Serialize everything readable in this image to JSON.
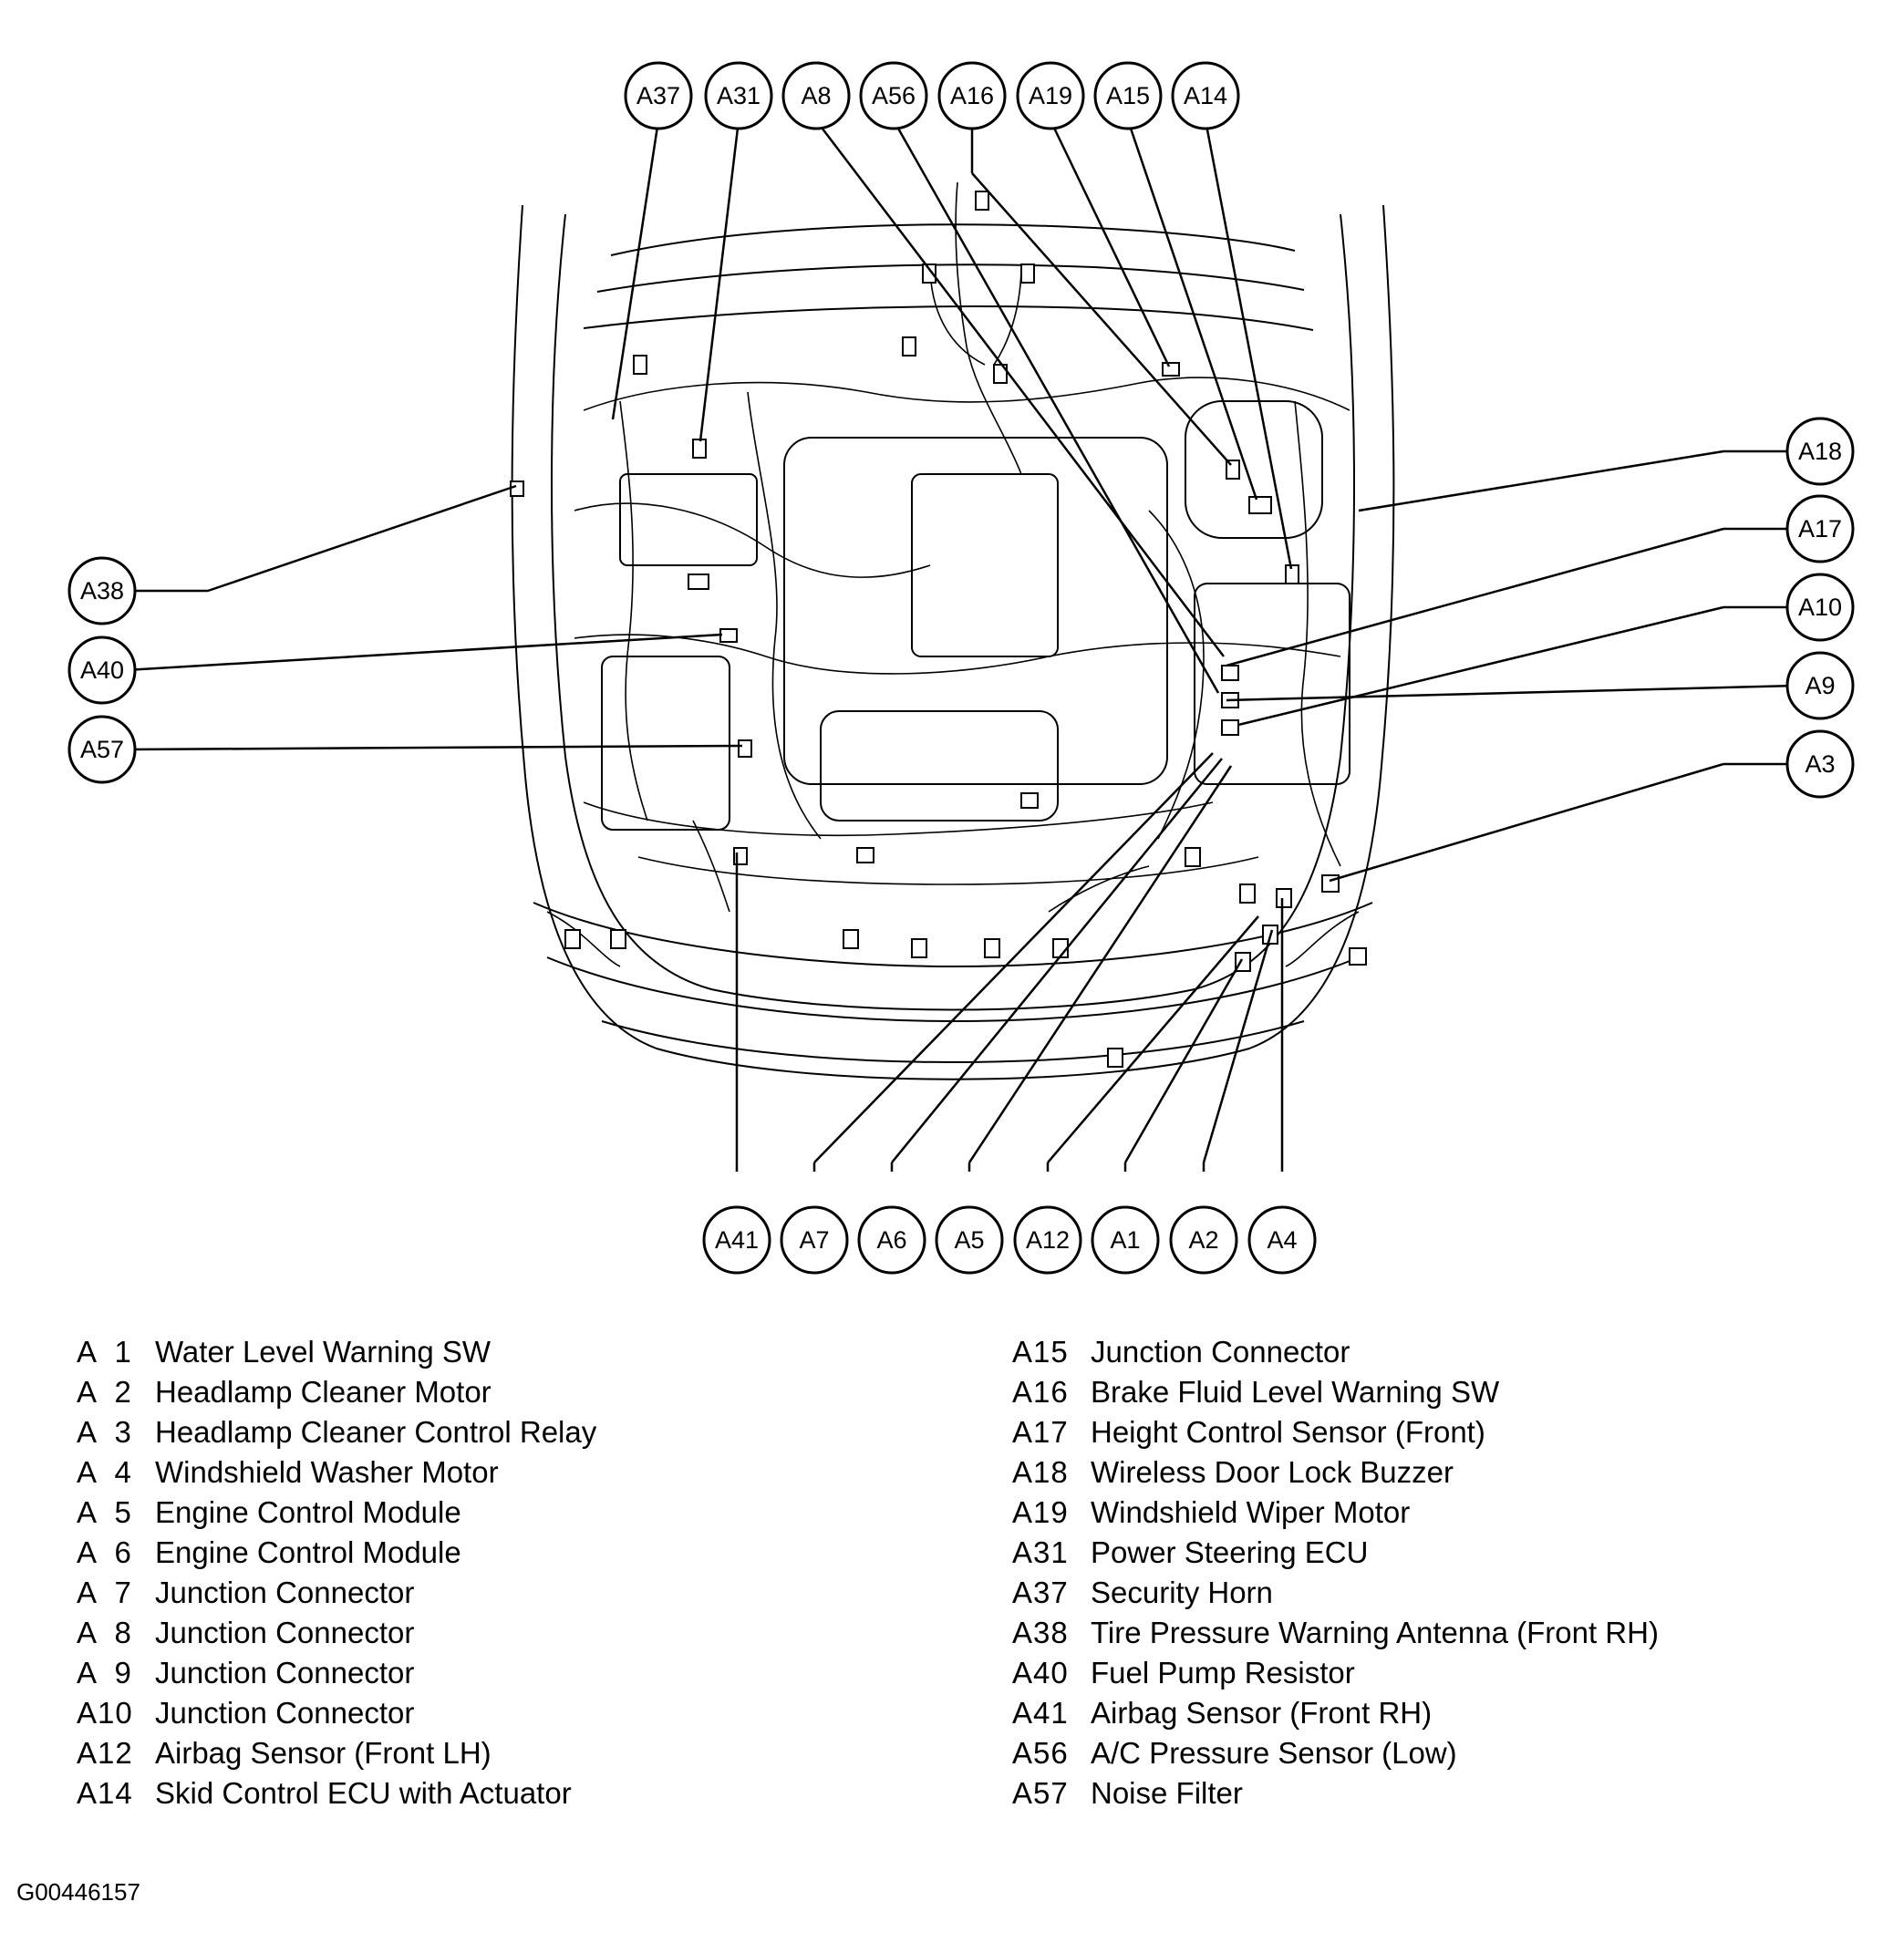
{
  "callouts": {
    "top": [
      "A37",
      "A31",
      "A8",
      "A56",
      "A16",
      "A19",
      "A15",
      "A14"
    ],
    "left": [
      "A38",
      "A40",
      "A57"
    ],
    "right": [
      "A18",
      "A17",
      "A10",
      "A9",
      "A3"
    ],
    "bottom": [
      "A41",
      "A7",
      "A6",
      "A5",
      "A12",
      "A1",
      "A2",
      "A4"
    ]
  },
  "legend": {
    "left": [
      {
        "code": "A  1",
        "name": "Water Level Warning SW"
      },
      {
        "code": "A  2",
        "name": "Headlamp Cleaner Motor"
      },
      {
        "code": "A  3",
        "name": "Headlamp Cleaner Control Relay"
      },
      {
        "code": "A  4",
        "name": "Windshield Washer Motor"
      },
      {
        "code": "A  5",
        "name": "Engine Control Module"
      },
      {
        "code": "A  6",
        "name": "Engine Control Module"
      },
      {
        "code": "A  7",
        "name": "Junction Connector"
      },
      {
        "code": "A  8",
        "name": "Junction Connector"
      },
      {
        "code": "A  9",
        "name": "Junction Connector"
      },
      {
        "code": "A10",
        "name": "Junction Connector"
      },
      {
        "code": "A12",
        "name": "Airbag Sensor (Front LH)"
      },
      {
        "code": "A14",
        "name": "Skid Control ECU with Actuator"
      }
    ],
    "right": [
      {
        "code": "A15",
        "name": "Junction Connector"
      },
      {
        "code": "A16",
        "name": "Brake Fluid Level Warning SW"
      },
      {
        "code": "A17",
        "name": "Height Control Sensor (Front)"
      },
      {
        "code": "A18",
        "name": "Wireless Door Lock Buzzer"
      },
      {
        "code": "A19",
        "name": "Windshield Wiper Motor"
      },
      {
        "code": "A31",
        "name": "Power Steering ECU"
      },
      {
        "code": "A37",
        "name": "Security Horn"
      },
      {
        "code": "A38",
        "name": "Tire Pressure Warning Antenna (Front RH)"
      },
      {
        "code": "A40",
        "name": "Fuel Pump Resistor"
      },
      {
        "code": "A41",
        "name": "Airbag Sensor (Front RH)"
      },
      {
        "code": "A56",
        "name": "A/C Pressure Sensor (Low)"
      },
      {
        "code": "A57",
        "name": "Noise Filter"
      }
    ]
  },
  "figure_id": "G00446157"
}
